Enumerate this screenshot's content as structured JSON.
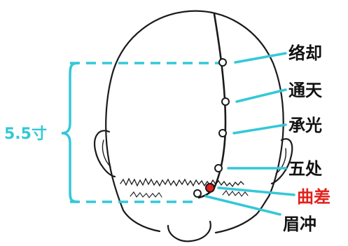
{
  "measurement": {
    "text": "5.5寸",
    "color": "#33c8d8"
  },
  "points": [
    {
      "label": "络却",
      "highlight": false
    },
    {
      "label": "通天",
      "highlight": false
    },
    {
      "label": "承光",
      "highlight": false
    },
    {
      "label": "五处",
      "highlight": false
    },
    {
      "label": "曲差",
      "highlight": true
    },
    {
      "label": "眉冲",
      "highlight": false
    }
  ],
  "colors": {
    "leader": "#33c8d8",
    "label": "#111111",
    "highlight": "#e2211c",
    "outline": "#1a1a1a"
  }
}
